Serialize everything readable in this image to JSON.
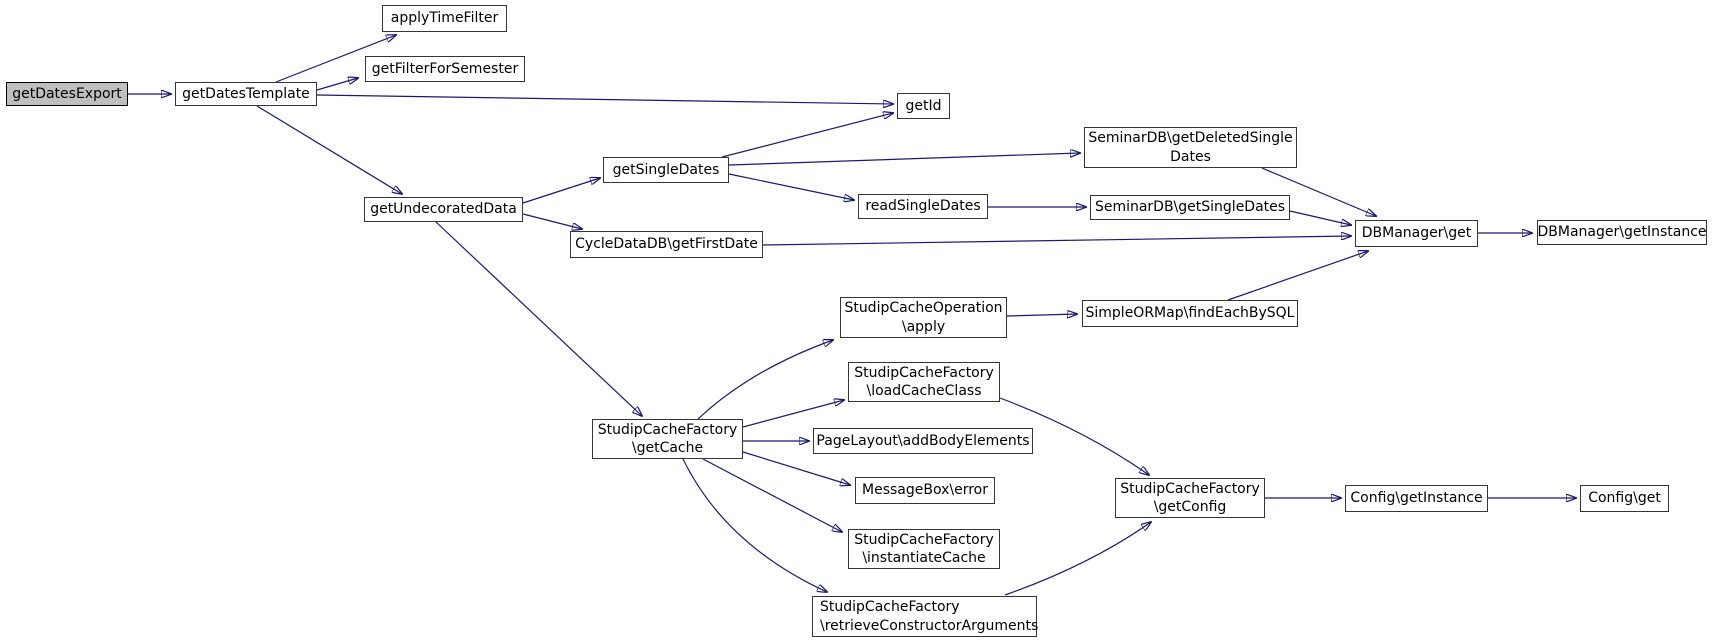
{
  "diagram": {
    "type": "call-graph",
    "root": "getDatesExport",
    "colors": {
      "edge": "#191970",
      "node_border": "#353535",
      "node_fill": "#ffffff",
      "root_fill": "#bfbfbf",
      "text": "#000000",
      "background": "#ffffff"
    },
    "nodes": [
      {
        "id": "getDatesExport",
        "label": "getDatesExport",
        "highlighted": true
      },
      {
        "id": "getDatesTemplate",
        "label": "getDatesTemplate",
        "highlighted": false
      },
      {
        "id": "applyTimeFilter",
        "label": "applyTimeFilter",
        "highlighted": false
      },
      {
        "id": "getFilterForSemester",
        "label": "getFilterForSemester",
        "highlighted": false
      },
      {
        "id": "getId",
        "label": "getId",
        "highlighted": false
      },
      {
        "id": "getSingleDates",
        "label": "getSingleDates",
        "highlighted": false
      },
      {
        "id": "readSingleDates",
        "label": "readSingleDates",
        "highlighted": false
      },
      {
        "id": "CycleDataDB-getFirstDate",
        "label": "CycleDataDB\\getFirstDate",
        "highlighted": false
      },
      {
        "id": "getUndecoratedData",
        "label": "getUndecoratedData",
        "highlighted": false
      },
      {
        "id": "SeminarDB-getDeletedSingleDates",
        "label": "SeminarDB\\getDeletedSingle\nDates",
        "highlighted": false
      },
      {
        "id": "SeminarDB-getSingleDates",
        "label": "SeminarDB\\getSingleDates",
        "highlighted": false
      },
      {
        "id": "DBManager-get",
        "label": "DBManager\\get",
        "highlighted": false
      },
      {
        "id": "DBManager-getInstance",
        "label": "DBManager\\getInstance",
        "highlighted": false
      },
      {
        "id": "StudipCacheOperation-apply",
        "label": "StudipCacheOperation\n\\apply",
        "highlighted": false
      },
      {
        "id": "SimpleORMap-findEachBySQL",
        "label": "SimpleORMap\\findEachBySQL",
        "highlighted": false
      },
      {
        "id": "StudipCacheFactory-loadCacheClass",
        "label": "StudipCacheFactory\n\\loadCacheClass",
        "highlighted": false
      },
      {
        "id": "StudipCacheFactory-getCache",
        "label": "StudipCacheFactory\n\\getCache",
        "highlighted": false
      },
      {
        "id": "PageLayout-addBodyElements",
        "label": "PageLayout\\addBodyElements",
        "highlighted": false
      },
      {
        "id": "MessageBox-error",
        "label": "MessageBox\\error",
        "highlighted": false
      },
      {
        "id": "StudipCacheFactory-instantiateCache",
        "label": "StudipCacheFactory\n\\instantiateCache",
        "highlighted": false
      },
      {
        "id": "StudipCacheFactory-retrieveConstructorArguments",
        "label": "StudipCacheFactory\n\\retrieveConstructorArguments",
        "highlighted": false
      },
      {
        "id": "StudipCacheFactory-getConfig",
        "label": "StudipCacheFactory\n\\getConfig",
        "highlighted": false
      },
      {
        "id": "Config-getInstance",
        "label": "Config\\getInstance",
        "highlighted": false
      },
      {
        "id": "Config-get",
        "label": "Config\\get",
        "highlighted": false
      }
    ],
    "edges": [
      {
        "from": "getDatesExport",
        "to": "getDatesTemplate"
      },
      {
        "from": "getDatesTemplate",
        "to": "applyTimeFilter"
      },
      {
        "from": "getDatesTemplate",
        "to": "getFilterForSemester"
      },
      {
        "from": "getDatesTemplate",
        "to": "getId"
      },
      {
        "from": "getDatesTemplate",
        "to": "getUndecoratedData"
      },
      {
        "from": "getUndecoratedData",
        "to": "getSingleDates"
      },
      {
        "from": "getUndecoratedData",
        "to": "CycleDataDB-getFirstDate"
      },
      {
        "from": "getUndecoratedData",
        "to": "StudipCacheFactory-getCache"
      },
      {
        "from": "getSingleDates",
        "to": "getId"
      },
      {
        "from": "getSingleDates",
        "to": "SeminarDB-getDeletedSingleDates"
      },
      {
        "from": "getSingleDates",
        "to": "readSingleDates"
      },
      {
        "from": "readSingleDates",
        "to": "SeminarDB-getSingleDates"
      },
      {
        "from": "SeminarDB-getDeletedSingleDates",
        "to": "DBManager-get"
      },
      {
        "from": "SeminarDB-getSingleDates",
        "to": "DBManager-get"
      },
      {
        "from": "CycleDataDB-getFirstDate",
        "to": "DBManager-get"
      },
      {
        "from": "SimpleORMap-findEachBySQL",
        "to": "DBManager-get"
      },
      {
        "from": "DBManager-get",
        "to": "DBManager-getInstance"
      },
      {
        "from": "StudipCacheOperation-apply",
        "to": "SimpleORMap-findEachBySQL"
      },
      {
        "from": "StudipCacheFactory-getCache",
        "to": "StudipCacheOperation-apply"
      },
      {
        "from": "StudipCacheFactory-getCache",
        "to": "StudipCacheFactory-loadCacheClass"
      },
      {
        "from": "StudipCacheFactory-getCache",
        "to": "PageLayout-addBodyElements"
      },
      {
        "from": "StudipCacheFactory-getCache",
        "to": "MessageBox-error"
      },
      {
        "from": "StudipCacheFactory-getCache",
        "to": "StudipCacheFactory-instantiateCache"
      },
      {
        "from": "StudipCacheFactory-getCache",
        "to": "StudipCacheFactory-retrieveConstructorArguments"
      },
      {
        "from": "StudipCacheFactory-loadCacheClass",
        "to": "StudipCacheFactory-getConfig"
      },
      {
        "from": "StudipCacheFactory-retrieveConstructorArguments",
        "to": "StudipCacheFactory-getConfig"
      },
      {
        "from": "StudipCacheFactory-getConfig",
        "to": "Config-getInstance"
      },
      {
        "from": "Config-getInstance",
        "to": "Config-get"
      }
    ]
  }
}
